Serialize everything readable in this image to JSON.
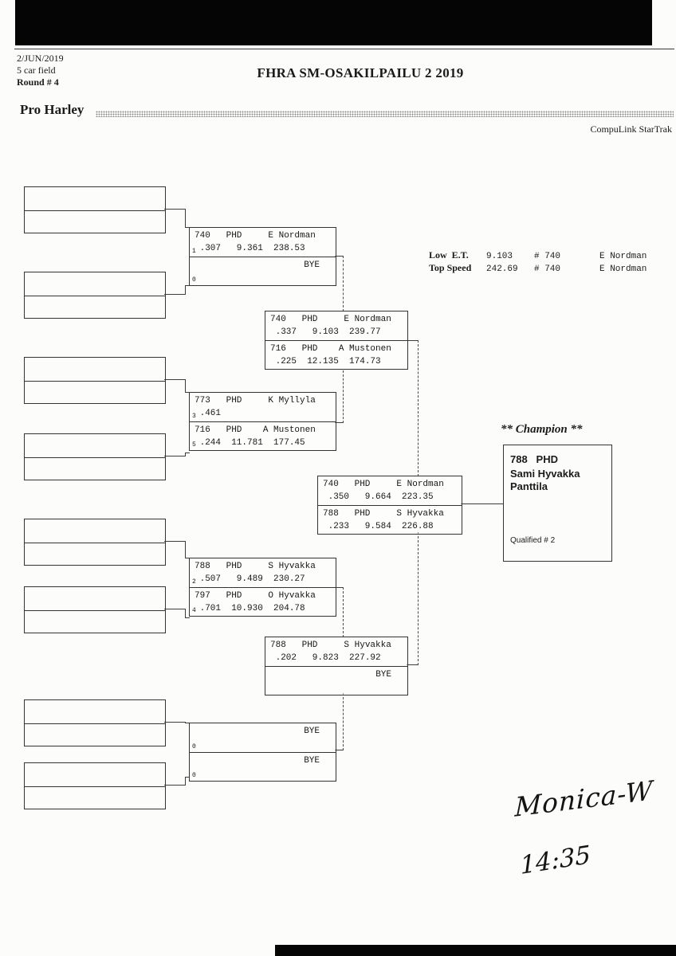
{
  "meta": {
    "date": "2/JUN/2019",
    "field_size": "5 car field",
    "round": "Round # 4",
    "title": "FHRA SM-OSAKILPAILU 2 2019",
    "class_name": "Pro Harley",
    "timing_brand": "CompuLink StarTrak"
  },
  "stats": {
    "low_et": {
      "label": "Low  E.T.",
      "value": "9.103",
      "car": "# 740",
      "driver": "E Nordman"
    },
    "top_speed": {
      "label": "Top Speed",
      "value": "242.69",
      "car": "# 740",
      "driver": "E Nordman"
    }
  },
  "bracket": {
    "quarterfinals": [
      {
        "slots": [
          {
            "seed": "1",
            "line1": "740   PHD     E Nordman",
            "line2": " .307   9.361  238.53"
          },
          {
            "seed": "0",
            "line1": "BYE",
            "line2": ""
          }
        ]
      },
      {
        "slots": [
          {
            "seed": "3",
            "line1": "773   PHD     K Myllyla",
            "line2": " .461"
          },
          {
            "seed": "5",
            "line1": "716   PHD    A Mustonen",
            "line2": " .244  11.781  177.45"
          }
        ]
      },
      {
        "slots": [
          {
            "seed": "2",
            "line1": "788   PHD     S Hyvakka",
            "line2": " .507   9.489  230.27"
          },
          {
            "seed": "4",
            "line1": "797   PHD     O Hyvakka",
            "line2": " .701  10.930  204.78"
          }
        ]
      },
      {
        "slots": [
          {
            "seed": "0",
            "line1": "BYE",
            "line2": ""
          },
          {
            "seed": "0",
            "line1": "BYE",
            "line2": ""
          }
        ]
      }
    ],
    "semifinals": [
      {
        "slots": [
          {
            "line1": "740   PHD     E Nordman",
            "line2": " .337   9.103  239.77"
          },
          {
            "line1": "716   PHD    A Mustonen",
            "line2": " .225  12.135  174.73"
          }
        ]
      },
      {
        "slots": [
          {
            "line1": "788   PHD     S Hyvakka",
            "line2": " .202   9.823  227.92"
          },
          {
            "line1": "BYE",
            "line2": ""
          }
        ]
      }
    ],
    "final": {
      "slots": [
        {
          "line1": "740   PHD     E Nordman",
          "line2": " .350   9.664  223.35"
        },
        {
          "line1": "788   PHD     S Hyvakka",
          "line2": " .233   9.584  226.88"
        }
      ]
    }
  },
  "champion": {
    "heading": "** Champion **",
    "entry_line": "788   PHD",
    "driver_first": "Sami Hyvakka",
    "driver_last": "Panttila",
    "qualified": "Qualified # 2"
  },
  "handwriting": {
    "signature": "Monica-W",
    "time": "14:35"
  }
}
